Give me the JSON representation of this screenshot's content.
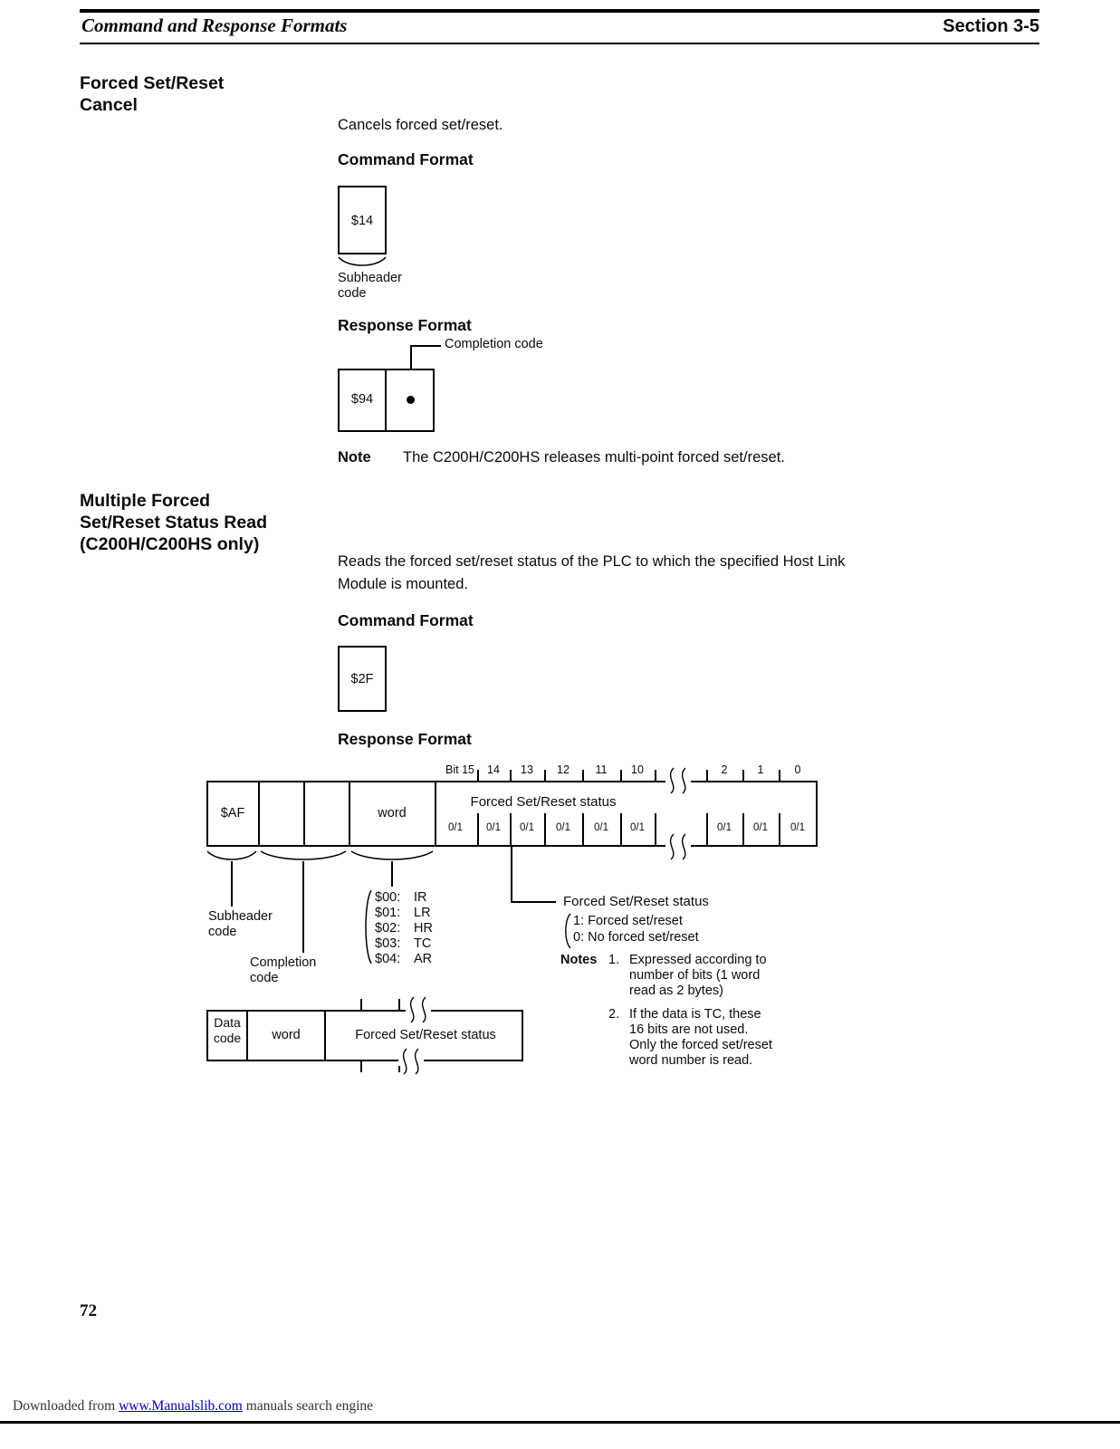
{
  "page": {
    "header": {
      "title": "Command and Response Formats",
      "section": "Section 3-5"
    },
    "page_number": "72",
    "footer": {
      "prefix": "Downloaded from ",
      "link": "www.Manualslib.com",
      "suffix": " manuals search engine"
    }
  },
  "s1": {
    "heading1": "Forced Set/Reset",
    "heading2": "Cancel",
    "intro": "Cancels forced set/reset.",
    "command_format": "Command Format",
    "command_code": "$14",
    "subheader1": "Subheader",
    "subheader2": "code",
    "response_format": "Response Format",
    "completion_code": "Completion code",
    "response_code": "$94",
    "note_label": "Note",
    "note_text": "The C200H/C200HS releases multi-point forced set/reset."
  },
  "s2": {
    "heading1": "Multiple Forced",
    "heading2": "Set/Reset Status Read",
    "heading3": "(C200H/C200HS only)",
    "intro1": "Reads the forced set/reset status of the PLC to which the specified Host Link",
    "intro2": "Module is mounted.",
    "command_format": "Command Format",
    "command_code": "$2F",
    "response_format": "Response Format",
    "d": {
      "bits": [
        "Bit 15",
        "14",
        "13",
        "12",
        "11",
        "10",
        "2",
        "1",
        "0"
      ],
      "saf": "$AF",
      "word": "word",
      "status": "Forced Set/Reset status",
      "cell": "0/1",
      "subheader1": "Subheader",
      "subheader2": "code",
      "completion1": "Completion",
      "completion2": "code",
      "areas": [
        {
          "c": "$00:",
          "n": "IR"
        },
        {
          "c": "$01:",
          "n": "LR"
        },
        {
          "c": "$02:",
          "n": "HR"
        },
        {
          "c": "$03:",
          "n": "TC"
        },
        {
          "c": "$04:",
          "n": "AR"
        }
      ],
      "callout": "Forced Set/Reset status",
      "v1": "1: Forced set/reset",
      "v0": "0: No forced set/reset",
      "notes_label": "Notes",
      "n1num": "1.",
      "n1": [
        "Expressed according to",
        "number of bits (1 word",
        "read as 2 bytes)"
      ],
      "n2num": "2.",
      "n2": [
        "If the data is TC, these",
        "16 bits are not used.",
        "Only the forced set/reset",
        "word number is read."
      ],
      "data1": "Data",
      "data2": "code",
      "word2": "word",
      "status2": "Forced Set/Reset status"
    }
  }
}
